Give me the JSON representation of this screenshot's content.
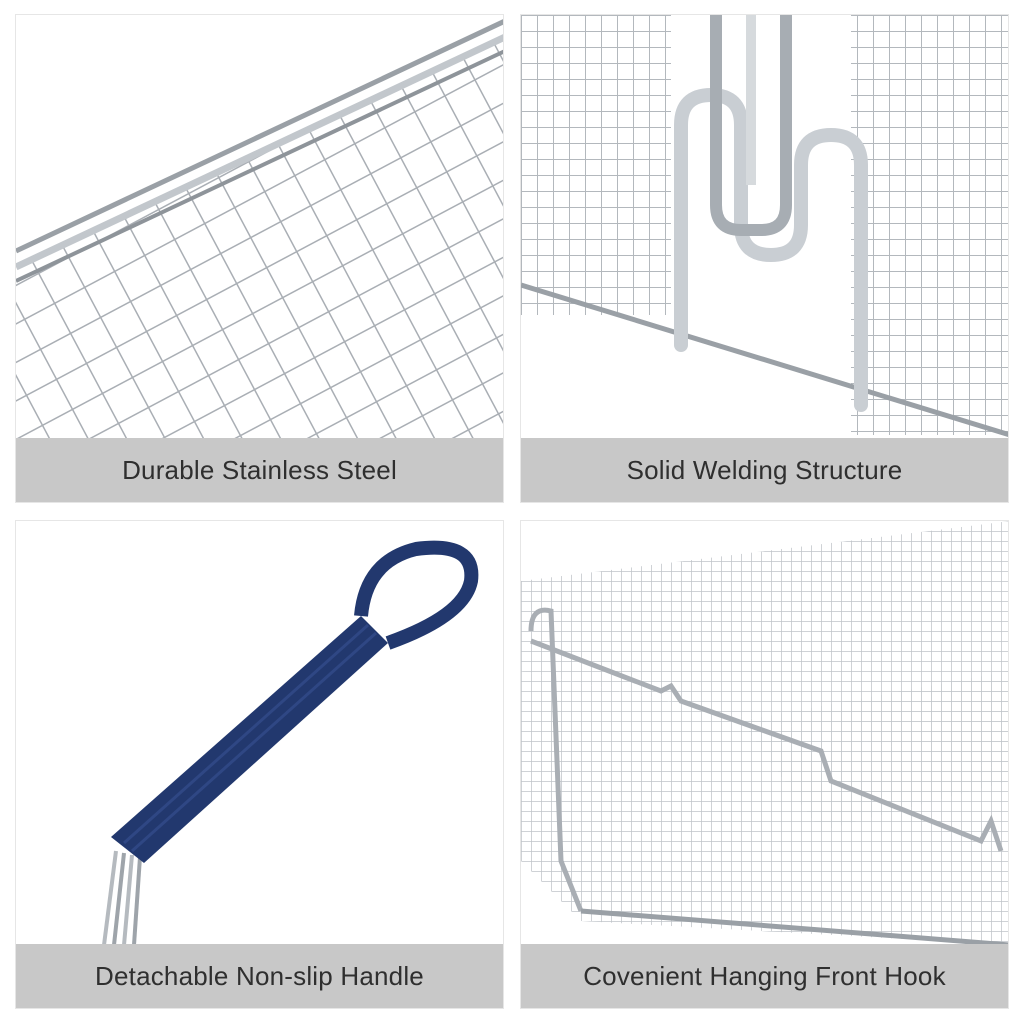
{
  "panels": [
    {
      "caption": "Durable Stainless Steel",
      "image": "stainless-steel-mesh-closeup"
    },
    {
      "caption": "Solid Welding Structure",
      "image": "welded-hook-joint-closeup"
    },
    {
      "caption": "Detachable Non-slip Handle",
      "image": "blue-coated-handle"
    },
    {
      "caption": "Covenient Hanging Front Hook",
      "image": "fryer-basket-with-front-hook"
    }
  ],
  "colors": {
    "caption_bg": "#c8c8c8",
    "caption_text": "#2f2f2f",
    "steel": "#b9bec4",
    "handle_blue": "#22386e"
  }
}
